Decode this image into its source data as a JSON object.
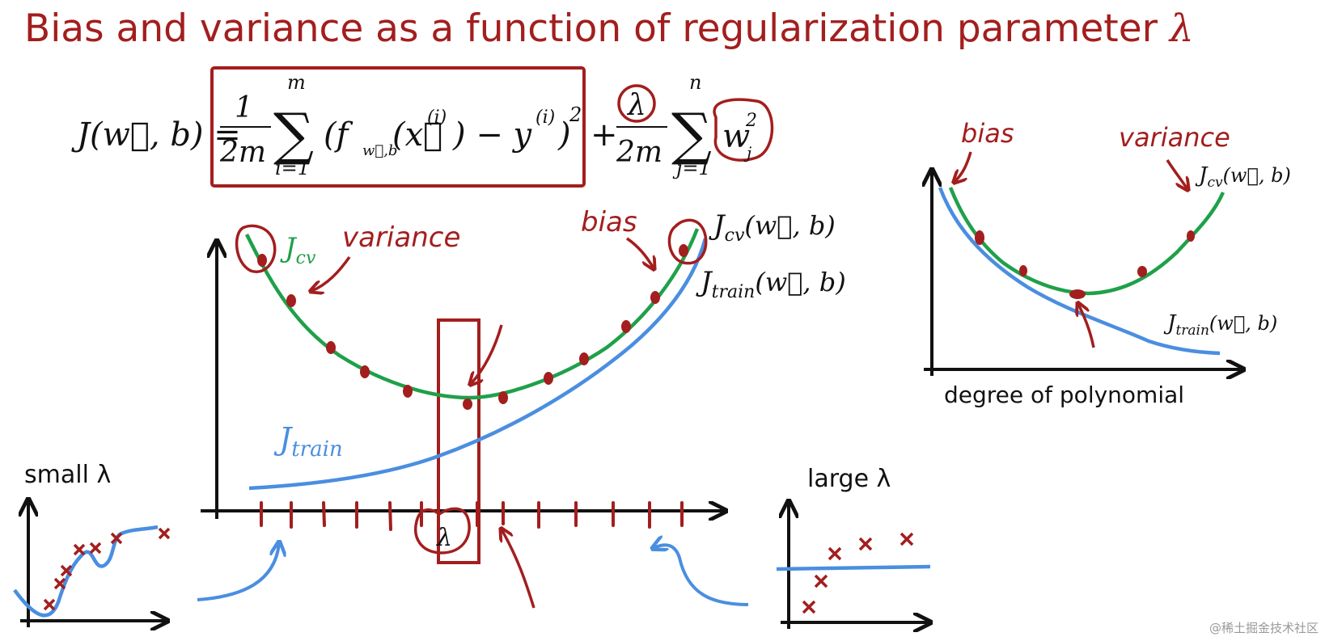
{
  "title": {
    "text": "Bias and variance as a function of regularization parameter",
    "symbol": "λ"
  },
  "equation": {
    "lhs": "J(w⃗, b) =",
    "frac1_num": "1",
    "frac1_den": "2m",
    "sum1_top": "m",
    "sum1_bottom": "i=1",
    "term1": "(f",
    "term1_sub": "w⃗,b",
    "term1_rest": "(x⃗",
    "term1_sup_i": "(i)",
    "term1_minus": ") − y",
    "term1_sup_i2": "(i)",
    "term1_close": ")",
    "term1_square": "2",
    "plus": "+",
    "frac2_num": "λ",
    "frac2_den": "2m",
    "sum2_top": "n",
    "sum2_bottom": "j=1",
    "term2": "w",
    "term2_sub": "j",
    "term2_sup": "2"
  },
  "main_plot": {
    "jcv_label": "J",
    "jcv_sub": "cv",
    "variance_note": "variance",
    "bias_note": "bias",
    "jcv_curve_label": "J",
    "jcv_curve_sub": "cv",
    "jcv_curve_args": "(w⃗, b)",
    "jtrain_curve_label": "J",
    "jtrain_curve_sub": "train",
    "jtrain_curve_args": "(w⃗, b)",
    "jtrain_label": "J",
    "jtrain_sub": "train",
    "x_axis_symbol": "λ"
  },
  "degree_plot": {
    "bias_note": "bias",
    "variance_note": "variance",
    "jcv_label": "J",
    "jcv_sub": "cv",
    "jcv_args": "(w⃗, b)",
    "jtrain_label": "J",
    "jtrain_sub": "train",
    "jtrain_args": "(w⃗, b)",
    "xlabel": "degree of polynomial"
  },
  "small_plot": {
    "label": "small λ"
  },
  "large_plot": {
    "label": "large λ"
  },
  "watermark": "@稀土掘金技术社区",
  "colors": {
    "red": "#a31e1e",
    "green": "#1fa04a",
    "blue": "#4a8ee0",
    "black": "#111111"
  }
}
